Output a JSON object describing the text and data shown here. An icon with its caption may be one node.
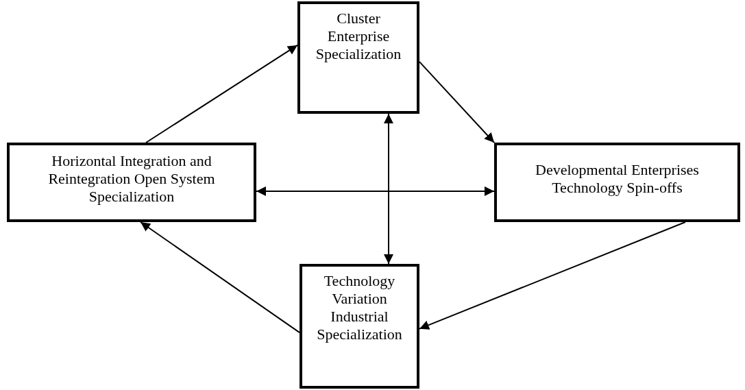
{
  "diagram": {
    "nodes": [
      {
        "text": [
          "Cluster Enterprise Specialization"
        ]
      },
      {
        "text": [
          "Horizontal Integration and Reintegration Open System Specialization"
        ]
      },
      {
        "text": [
          "Developmental Enterprises Technology Spin-offs"
        ]
      },
      {
        "text": [
          "Technology Variation Industrial Specialization"
        ]
      }
    ],
    "edges": [
      {
        "from": 1,
        "to": 0,
        "arrow": "to"
      },
      {
        "from": 0,
        "to": 2,
        "arrow": "to"
      },
      {
        "from": 2,
        "to": 3,
        "arrow": "to"
      },
      {
        "from": 3,
        "to": 1,
        "arrow": "to"
      },
      {
        "from": 0,
        "to": 3,
        "arrow": "both"
      },
      {
        "from": 1,
        "to": 2,
        "arrow": "both"
      }
    ]
  }
}
